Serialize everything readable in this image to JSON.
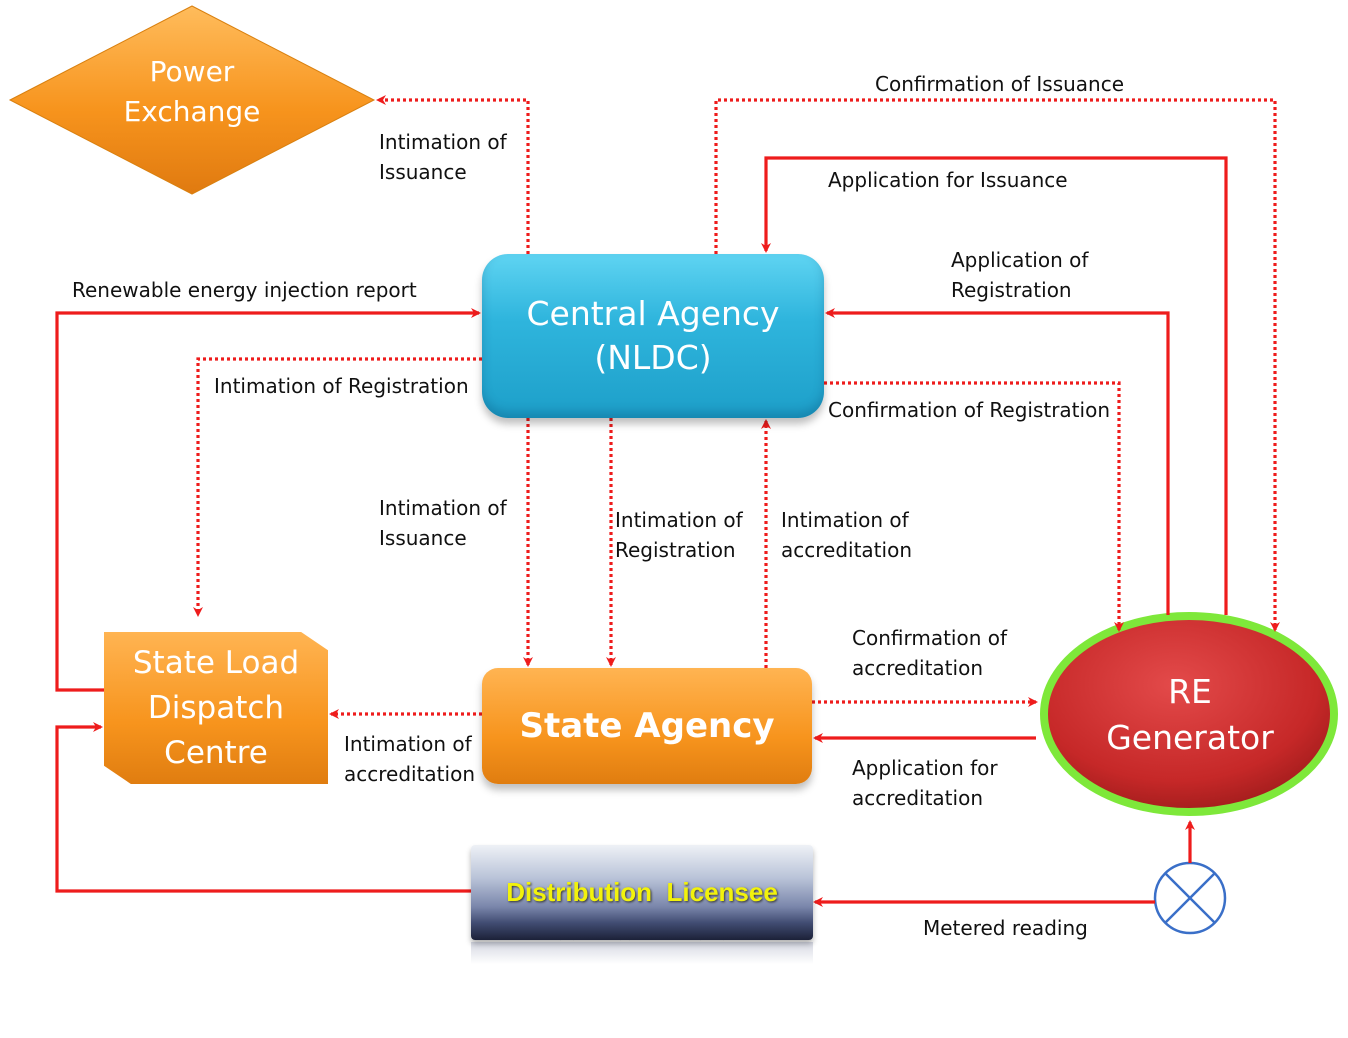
{
  "nodes": {
    "power_exchange": "Power\nExchange",
    "central_agency": "Central Agency\n(NLDC)",
    "state_agency": "State Agency",
    "sldc": "State Load\nDispatch\nCentre",
    "re_generator": "RE\nGenerator",
    "distribution_licensee": "Distribution  Licensee"
  },
  "labels": {
    "intimation_issuance_px": "Intimation of\nIssuance",
    "confirmation_issuance": "Confirmation of Issuance",
    "application_issuance": "Application for Issuance",
    "application_registration": "Application of\nRegistration",
    "renewable_report": "Renewable energy injection report",
    "intimation_registration_sldc": "Intimation of Registration",
    "confirmation_registration": "Confirmation of Registration",
    "intimation_issuance_state": "Intimation of\nIssuance",
    "intimation_registration_state": "Intimation of\nRegistration",
    "intimation_accreditation_central": "Intimation of\naccreditation",
    "confirmation_accreditation": "Confirmation of\naccreditation",
    "application_accreditation": "Application for\naccreditation",
    "intimation_accreditation_sldc": "Intimation of\naccreditation",
    "metered_reading": "Metered reading"
  },
  "colors": {
    "arrow": "#ee1c1c",
    "central": "#2fb5dd",
    "orange": "#f7941d",
    "re_fill": "#c62828",
    "re_ring": "#7ee83a",
    "meter": "#3a6fc8",
    "label_yellow": "#f2f20c"
  },
  "icons": {
    "meter": "meter-cross-icon",
    "pylons": "transmission-tower-icon"
  }
}
